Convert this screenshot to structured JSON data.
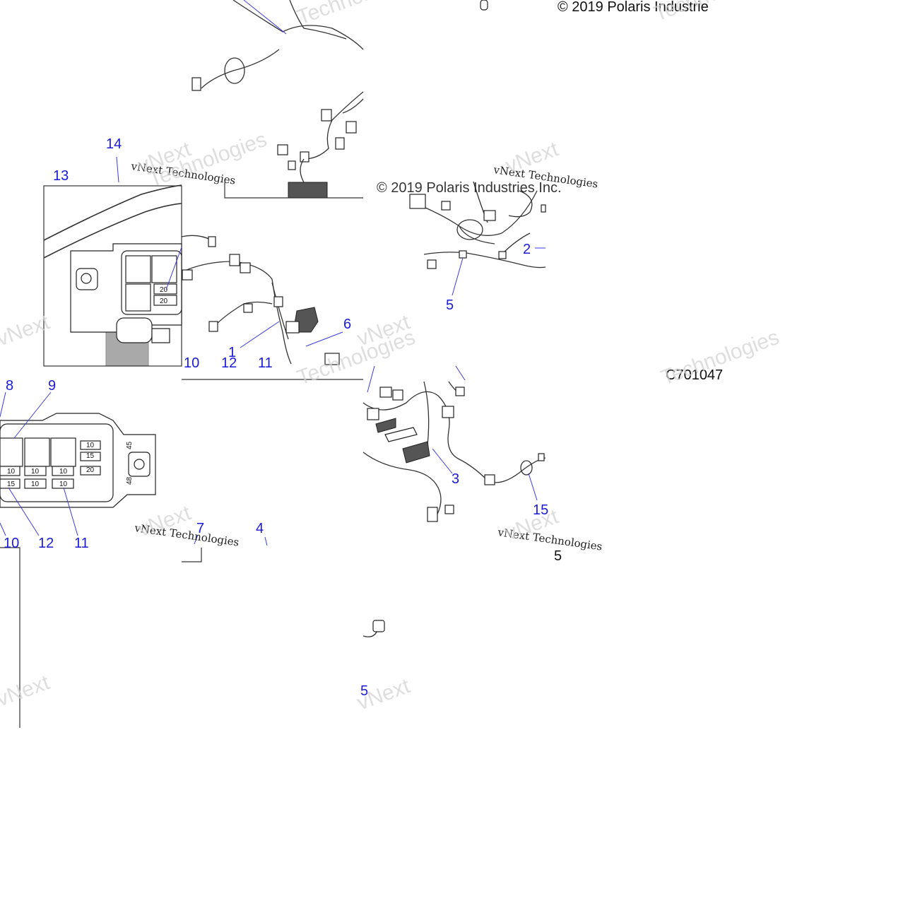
{
  "copyright_top": "© 2019 Polaris Industrie",
  "copyright_mid": "© 2019 Polaris Industries Inc.",
  "diagram_code": "C701047",
  "watermark_small": "vNext Technologies",
  "watermark_large_a": "vNext",
  "watermark_large_b": "Technologies",
  "callouts": {
    "c1": "1",
    "c2": "2",
    "c3": "3",
    "c4": "4",
    "c5": "5",
    "c5b": "5",
    "c5c": "5",
    "c6": "6",
    "c7": "7",
    "c8": "8",
    "c9": "9",
    "c10a": "10",
    "c10b": "10",
    "c11a": "11",
    "c11b": "11",
    "c12a": "12",
    "c12b": "12",
    "c13": "13",
    "c14": "14",
    "c15": "15"
  },
  "fuse_labels": [
    "20",
    "20",
    "10",
    "15",
    "20",
    "10",
    "10",
    "10",
    "15",
    "10",
    "10",
    "45",
    "48"
  ]
}
